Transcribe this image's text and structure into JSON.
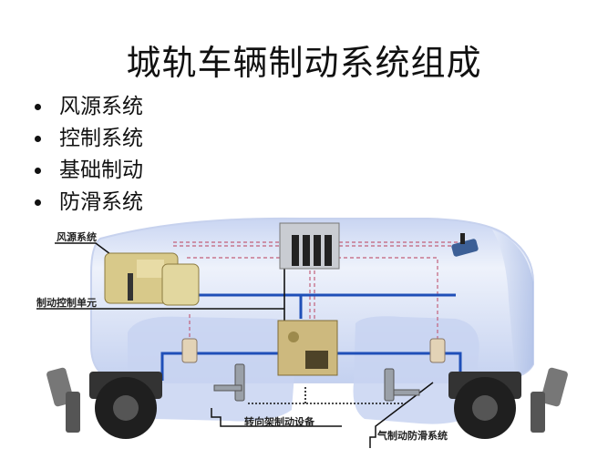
{
  "slide": {
    "title": "城轨车辆制动系统组成",
    "bullets": [
      {
        "label": "风源系统"
      },
      {
        "label": "控制系统"
      },
      {
        "label": "基础制动"
      },
      {
        "label": "防滑系统"
      }
    ]
  },
  "diagram": {
    "labels": {
      "air_supply": "风源系统",
      "brake_control_unit": "制动控制单元",
      "bogie_brake": "转向架制动设备",
      "anti_skid": "气制动防滑系统"
    },
    "colors": {
      "car_body": "#d6e0f5",
      "car_body_dark": "#b8c6ea",
      "pipe_blue": "#1f4fb8",
      "signal_dashed": "#c2607a",
      "leader_line": "#111111",
      "equipment": "#d8c98a"
    }
  }
}
